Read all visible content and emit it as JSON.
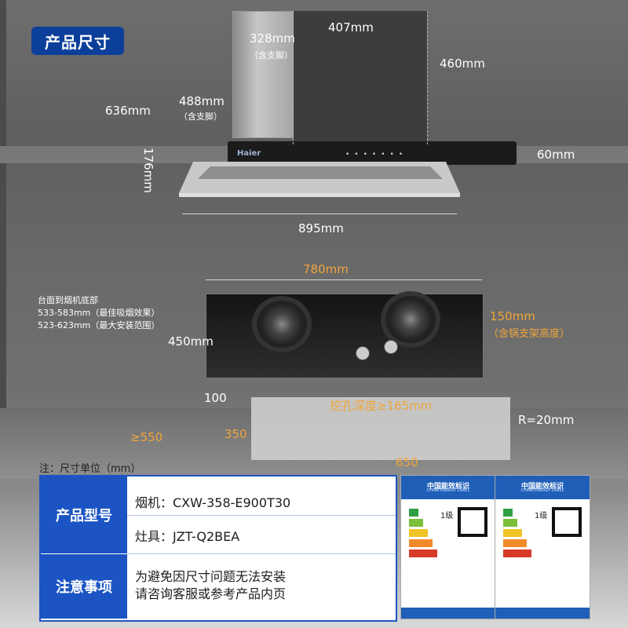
{
  "badge": {
    "title": "产品尺寸"
  },
  "hood_dims": {
    "w1": "328mm",
    "w1_note": "（含支脚）",
    "w2": "407mm",
    "h_back": "460mm",
    "h_total": "636mm",
    "d": "488mm",
    "d_note": "（含支脚）",
    "h_lower": "176mm",
    "panel_h": "60mm",
    "width": "895mm",
    "brand": "Haier"
  },
  "hob_dims": {
    "width": "780mm",
    "depth": "450mm",
    "pan_h": "150mm",
    "pan_note": "（含锅支架高度）"
  },
  "install_text": {
    "line1": "台面到烟机底部",
    "line2": "533-583mm（最佳吸烟效果）",
    "line3": "523-623mm（最大安装范围）"
  },
  "cutout_dims": {
    "front": "100",
    "depth_hole": "挖孔深度≥165mm",
    "radius": "R=20mm",
    "min_depth": "≥550",
    "hole_h": "350",
    "hole_w": "650"
  },
  "note": "注：尺寸单位（mm）",
  "table": {
    "model_head": "产品型号",
    "hood": "烟机：CXW-358-E900T30",
    "hob": "灶具：JZT-Q2BEA",
    "notice_head": "注意事项",
    "notice1": "为避免因尺寸问题无法安装",
    "notice2": "请咨询客服或参考产品内页"
  },
  "energy_labels": [
    {
      "title": "中国能效标识",
      "grade": "1级"
    },
    {
      "title": "中国能效标识",
      "grade": "1级"
    }
  ]
}
